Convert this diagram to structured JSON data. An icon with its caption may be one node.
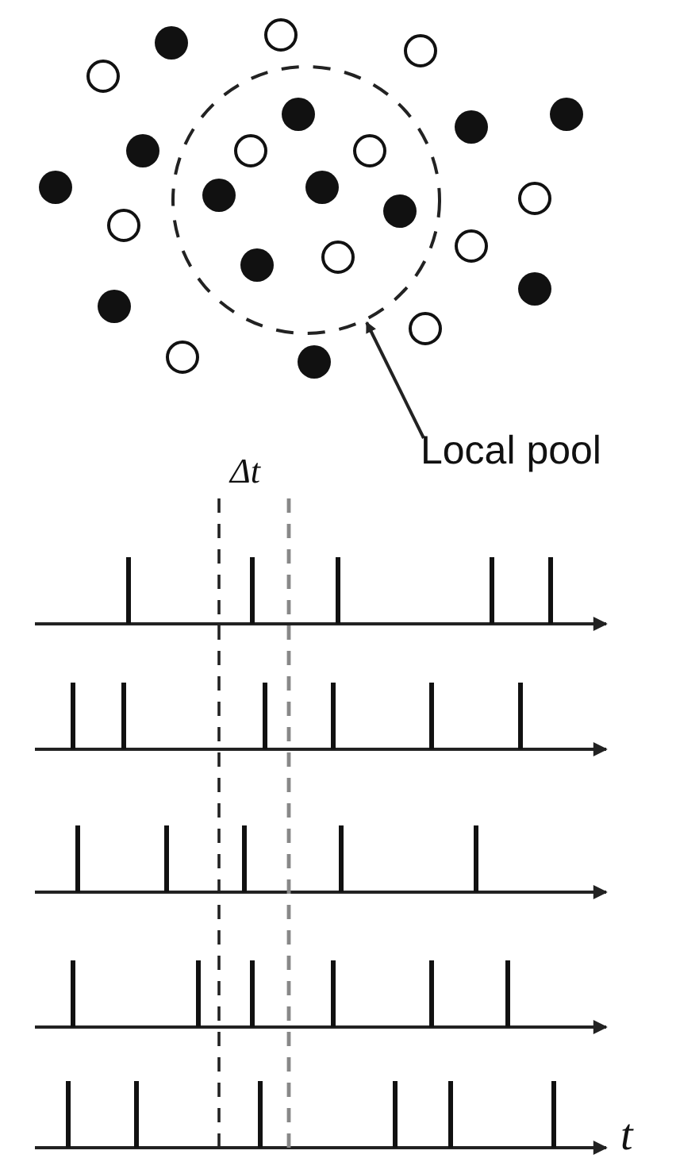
{
  "diagram": {
    "nodes": [
      {
        "text": [
          "Local pool"
        ]
      },
      {
        "text": [],
        "shape": "circle"
      }
    ],
    "edges": [
      {
        "from": 0,
        "to": 1,
        "arrow": "to"
      }
    ],
    "labels": [
      "Δt",
      "t"
    ]
  }
}
